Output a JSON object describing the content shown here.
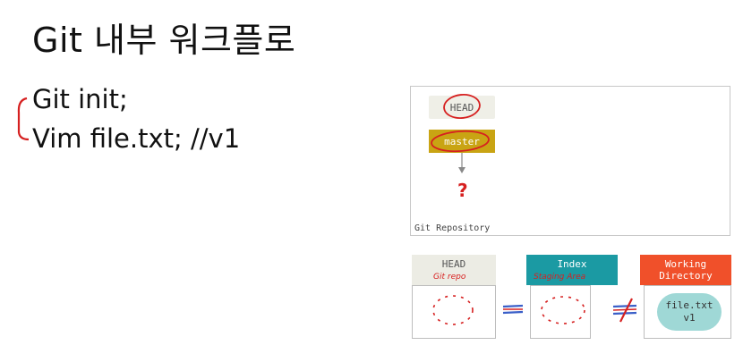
{
  "slide": {
    "title": "Git 내부 워크플로",
    "code_lines": [
      "Git init;",
      "Vim file.txt; //v1"
    ]
  },
  "repository": {
    "head_label": "HEAD",
    "branch_label": "master",
    "unknown_marker": "?",
    "label": "Git Repository"
  },
  "trees": [
    {
      "header": "HEAD",
      "annotation": "Git repo",
      "header_color": "#ecece4",
      "header_text_color": "#555555"
    },
    {
      "header": "Index",
      "annotation": "Staging Area",
      "header_color": "#1b9aa3",
      "header_text_color": "#ffffff"
    },
    {
      "header": "Working\nDirectory",
      "header_color": "#f0502a",
      "header_text_color": "#ffffff",
      "file": {
        "name": "file.txt",
        "version": "v1"
      }
    }
  ],
  "relations": [
    "=",
    "≠"
  ],
  "colors": {
    "ink": "#d62020",
    "ink_blue": "#3a5fc8",
    "branch": "#c9a413"
  }
}
